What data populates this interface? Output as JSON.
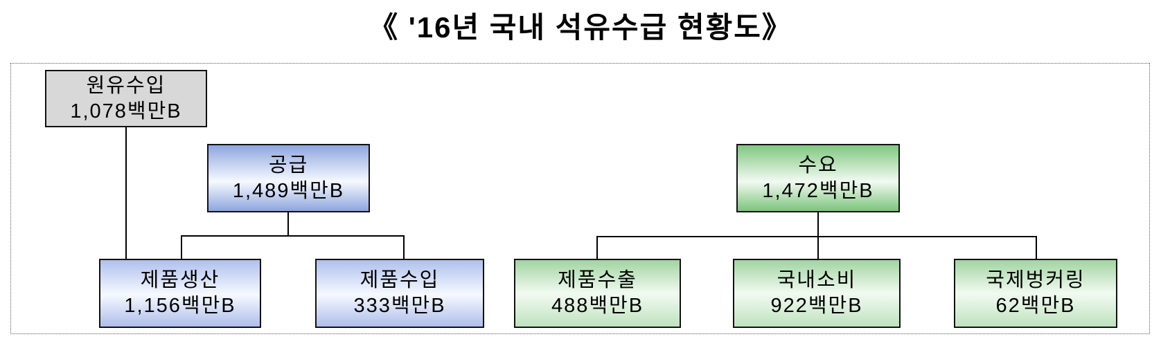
{
  "title": "《 '16년 국내 석유수급 현황도》",
  "diagram": {
    "nodes": [
      {
        "id": "crude-oil-import",
        "label": "원유수입",
        "value": "1,078백만B",
        "category": "import"
      },
      {
        "id": "supply",
        "label": "공급",
        "value": "1,489백만B",
        "category": "supply"
      },
      {
        "id": "demand",
        "label": "수요",
        "value": "1,472백만B",
        "category": "demand"
      },
      {
        "id": "product-production",
        "label": "제품생산",
        "value": "1,156백만B",
        "category": "supply"
      },
      {
        "id": "product-import",
        "label": "제품수입",
        "value": "333백만B",
        "category": "supply"
      },
      {
        "id": "product-export",
        "label": "제품수출",
        "value": "488백만B",
        "category": "demand"
      },
      {
        "id": "domestic-consumption",
        "label": "국내소비",
        "value": "922백만B",
        "category": "demand"
      },
      {
        "id": "international-bunkering",
        "label": "국제벙커링",
        "value": "62백만B",
        "category": "demand"
      }
    ],
    "colors": {
      "import_fill": "#d8d8d8",
      "supply_accent": "#8ea5de",
      "supply_accent_light": "#b0c0ec",
      "demand_accent": "#80c680",
      "demand_accent_light": "#a2d4a2",
      "line_color": "#000000",
      "frame_border": "#555555"
    }
  }
}
